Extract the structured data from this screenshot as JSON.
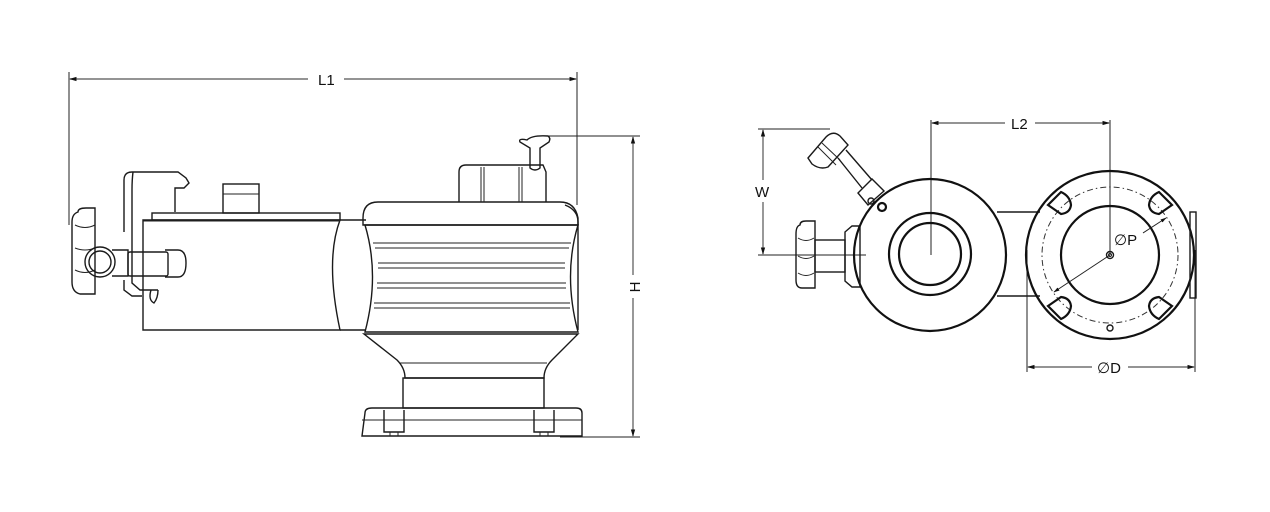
{
  "drawing": {
    "title": "",
    "views": [
      {
        "name": "side-view",
        "description": "Side elevation of valve assembly"
      },
      {
        "name": "top-view",
        "description": "Top/plan view with flange"
      }
    ],
    "dimensions": {
      "L1": "L1",
      "H": "H",
      "W": "W",
      "L2": "L2",
      "D": "∅D",
      "P": "∅P"
    },
    "colors": {
      "line": "#1a1a1a",
      "dimension_line": "#555555",
      "background": "#ffffff"
    }
  }
}
